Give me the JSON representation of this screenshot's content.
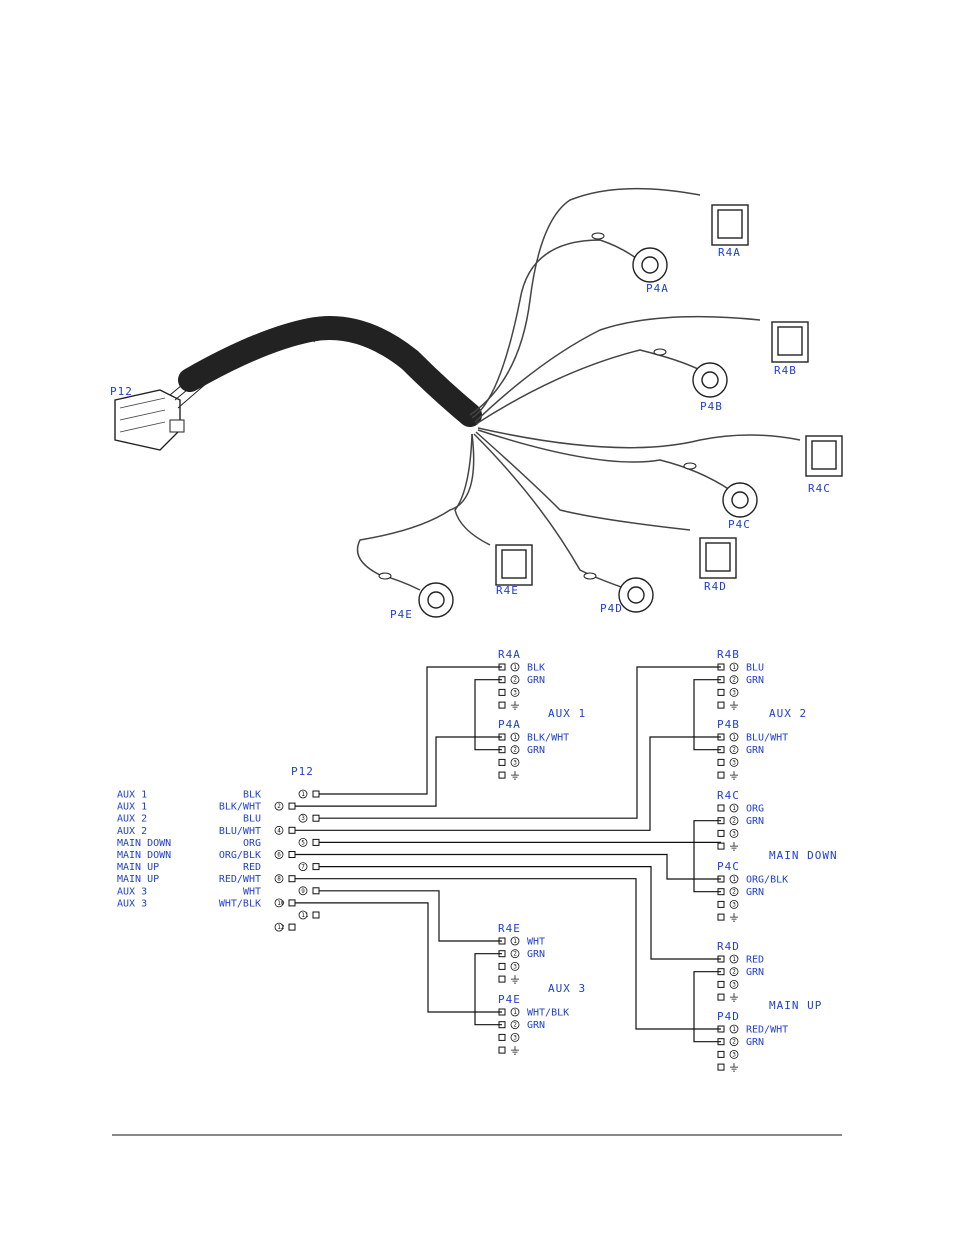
{
  "harness": {
    "connectors": [
      "P12",
      "R4A",
      "P4A",
      "R4B",
      "P4B",
      "R4C",
      "P4C",
      "R4D",
      "P4D",
      "R4E",
      "P4E"
    ]
  },
  "schematic": {
    "p12_title": "P12",
    "p12_pins": [
      {
        "function": "AUX 1",
        "wire": "BLK",
        "pin": "1"
      },
      {
        "function": "AUX 1",
        "wire": "BLK/WHT",
        "pin": "2"
      },
      {
        "function": "AUX 2",
        "wire": "BLU",
        "pin": "3"
      },
      {
        "function": "AUX 2",
        "wire": "BLU/WHT",
        "pin": "4"
      },
      {
        "function": "MAIN DOWN",
        "wire": "ORG",
        "pin": "5"
      },
      {
        "function": "MAIN DOWN",
        "wire": "ORG/BLK",
        "pin": "6"
      },
      {
        "function": "MAIN UP",
        "wire": "RED",
        "pin": "7"
      },
      {
        "function": "MAIN UP",
        "wire": "RED/WHT",
        "pin": "8"
      },
      {
        "function": "AUX 3",
        "wire": "WHT",
        "pin": "9"
      },
      {
        "function": "AUX 3",
        "wire": "WHT/BLK",
        "pin": "10"
      },
      {
        "function": "",
        "wire": "",
        "pin": "11"
      },
      {
        "function": "",
        "wire": "",
        "pin": "12"
      }
    ],
    "groups": [
      {
        "name": "AUX 1",
        "r": "R4A",
        "p": "P4A",
        "r_wires": [
          "BLK",
          "GRN"
        ],
        "p_wires": [
          "BLK/WHT",
          "GRN"
        ]
      },
      {
        "name": "AUX 2",
        "r": "R4B",
        "p": "P4B",
        "r_wires": [
          "BLU",
          "GRN"
        ],
        "p_wires": [
          "BLU/WHT",
          "GRN"
        ]
      },
      {
        "name": "MAIN DOWN",
        "r": "R4C",
        "p": "P4C",
        "r_wires": [
          "ORG",
          "GRN"
        ],
        "p_wires": [
          "ORG/BLK",
          "GRN"
        ]
      },
      {
        "name": "MAIN UP",
        "r": "R4D",
        "p": "P4D",
        "r_wires": [
          "RED",
          "GRN"
        ],
        "p_wires": [
          "RED/WHT",
          "GRN"
        ]
      },
      {
        "name": "AUX 3",
        "r": "R4E",
        "p": "P4E",
        "r_wires": [
          "WHT",
          "GRN"
        ],
        "p_wires": [
          "WHT/BLK",
          "GRN"
        ]
      }
    ],
    "pin_numbers": [
      "1",
      "2",
      "3",
      "4"
    ]
  }
}
